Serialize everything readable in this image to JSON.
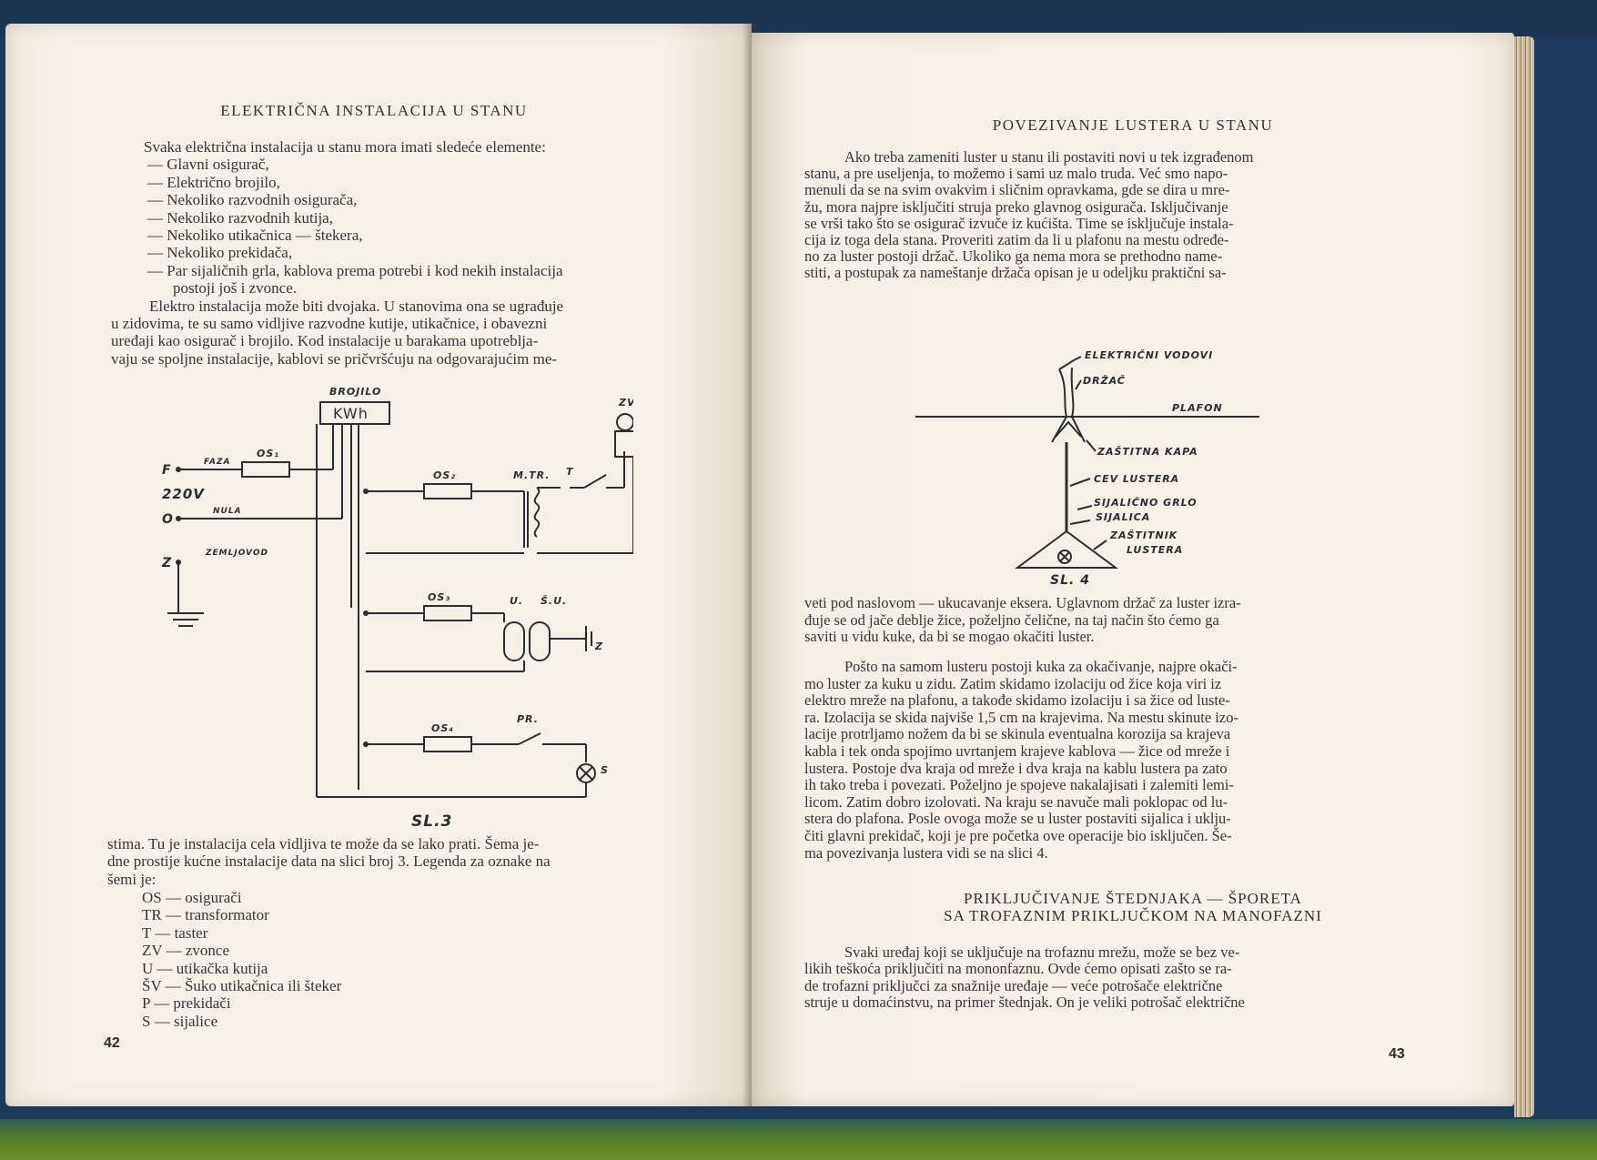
{
  "left_page": {
    "heading": "ELEKTRIČNA INSTALACIJA U STANU",
    "intro_lines": [
      "Svaka električna instalacija u stanu mora imati sledeće elemente:",
      "— Glavni osigurač,",
      "— Električno brojilo,",
      "— Nekoliko razvodnih osigurača,",
      "— Nekoliko razvodnih kutija,",
      "— Nekoliko utikačnica — štekera,",
      "— Nekoliko prekidača,",
      "— Par sijaličnih grla, kablova prema potrebi i kod nekih instalacija",
      "postoji još i zvonce.",
      "Elektro instalacija može biti dvojaka. U stanovima ona se ugrađuje",
      "u zidovima, te su samo vidljive razvodne kutije, utikačnice, i obavezni",
      "uređaji kao osigurač i brojilo. Kod instalacije u barakama upotreblja-",
      "vaju se spoljne instalacije, kablovi se pričvršćuju na odgovarajućim me-"
    ],
    "diagram": {
      "label_brojilo": "BROJILO",
      "label_kwh": "KWh",
      "label_f": "F",
      "label_faza": "FAZA",
      "label_os1": "OS₁",
      "label_220v": "220V",
      "label_o": "O",
      "label_nula": "NULA",
      "label_z": "Z",
      "label_zemljovod": "ZEMLJOVOD",
      "label_os2": "OS₂",
      "label_mtr": "M.TR.",
      "label_t": "T",
      "label_zv": "ZV.",
      "label_os3": "OS₃",
      "label_u": "U.",
      "label_su": "Š.U.",
      "label_z2": "Z",
      "label_os4": "OS₄",
      "label_pr": "PR.",
      "label_s": "S",
      "caption": "SL.3"
    },
    "after_lines": [
      "stima. Tu je instalacija cela vidljiva te može da se lako prati. Šema je-",
      "dne prostije kućne instalacije data na slici broj 3. Legenda za oznake na",
      "šemi je:"
    ],
    "legend": [
      {
        "code": "OS",
        "text": "osigurači"
      },
      {
        "code": "TR",
        "text": "transformator"
      },
      {
        "code": "T",
        "text": "taster"
      },
      {
        "code": "ZV",
        "text": "zvonce"
      },
      {
        "code": "U",
        "text": "utikačka kutija"
      },
      {
        "code": "ŠV",
        "text": "Šuko utikačnica ili šteker"
      },
      {
        "code": "P",
        "text": "prekidači"
      },
      {
        "code": "S",
        "text": "sijalice"
      }
    ],
    "page_number": "42"
  },
  "right_page": {
    "heading": "POVEZIVANJE LUSTERA U STANU",
    "para1_lines": [
      "Ako treba zameniti luster u stanu ili postaviti novi u tek izgrađenom",
      "stanu, a pre useljenja, to možemo i sami uz malo truda. Već smo napo-",
      "menuli da se na svim ovakvim i sličnim opravkama, gde se dira u mre-",
      "žu, mora najpre isključiti struja preko glavnog osigurača. Isključivanje",
      "se vrši tako što se osigurač izvuče iz kućišta. Time se isključuje instala-",
      "cija iz toga dela stana. Proveriti zatim da li u plafonu na mestu određe-",
      "no za luster postoji držač. Ukoliko ga nema mora se prethodno name-",
      "stiti, a postupak za nameštanje držača opisan je u odeljku praktični sa-"
    ],
    "diagram": {
      "label_vodovi": "ELEKTRIČNI VODOVI",
      "label_drzac": "DRŽAČ",
      "label_plafon": "PLAFON",
      "label_kapa": "ZAŠTITNA KAPA",
      "label_cev": "CEV LUSTERA",
      "label_grlo": "SIJALIČNO GRLO",
      "label_sijalica": "SIJALICA",
      "label_zastitnik": "ZAŠTITNIK",
      "label_zastitnik2": "LUSTERA",
      "caption": "SL. 4"
    },
    "para2_lines": [
      "veti pod naslovom — ukucavanje eksera. Uglavnom držač za luster izra-",
      "đuje se od jače deblje žice, poželjno čelične, na taj način što ćemo ga",
      "saviti u vidu kuke, da bi se mogao okačiti luster."
    ],
    "para3_lines": [
      "Pošto na samom lusteru postoji kuka za okačivanje, najpre okači-",
      "mo luster za kuku u zidu. Zatim skidamo izolaciju od žice koja viri iz",
      "elektro mreže na plafonu, a takođe skidamo izolaciju i sa žice od luste-",
      "ra. Izolacija se skida najviše 1,5 cm na krajevima. Na mestu skinute izo-",
      "lacije protrljamo nožem da bi se skinula eventualna korozija sa krajeva",
      "kabla i tek onda spojimo uvrtanjem krajeve kablova — žice od mreže i",
      "lustera. Postoje dva kraja od mreže i dva kraja na kablu lustera pa zato",
      "ih tako treba i povezati. Poželjno je spojeve nakalajisati i zalemiti lemi-",
      "licom. Zatim dobro izolovati. Na kraju se navuče mali poklopac od lu-",
      "stera do plafona. Posle ovoga može se u luster postaviti sijalica i uklju-",
      "čiti glavni prekidač, koji je pre početka ove operacije bio isključen. Še-",
      "ma povezivanja lustera vidi se na slici 4."
    ],
    "subheading_line1": "PRIKLJUČIVANJE ŠTEDNJAKA — ŠPORETA",
    "subheading_line2": "SA TROFAZNIM PRIKLJUČKOM NA MANOFAZNI",
    "para4_lines": [
      "Svaki uređaj koji se uključuje na trofaznu mrežu, može se bez ve-",
      "likih teškoća priključiti na mononfaznu. Ovde ćemo opisati zašto se ra-",
      "de trofazni priključci za snažnije uređaje — veće potrošače električne",
      "struje u domaćinstvu, na primer štednjak. On je veliki potrošač električne"
    ],
    "page_number": "43"
  }
}
